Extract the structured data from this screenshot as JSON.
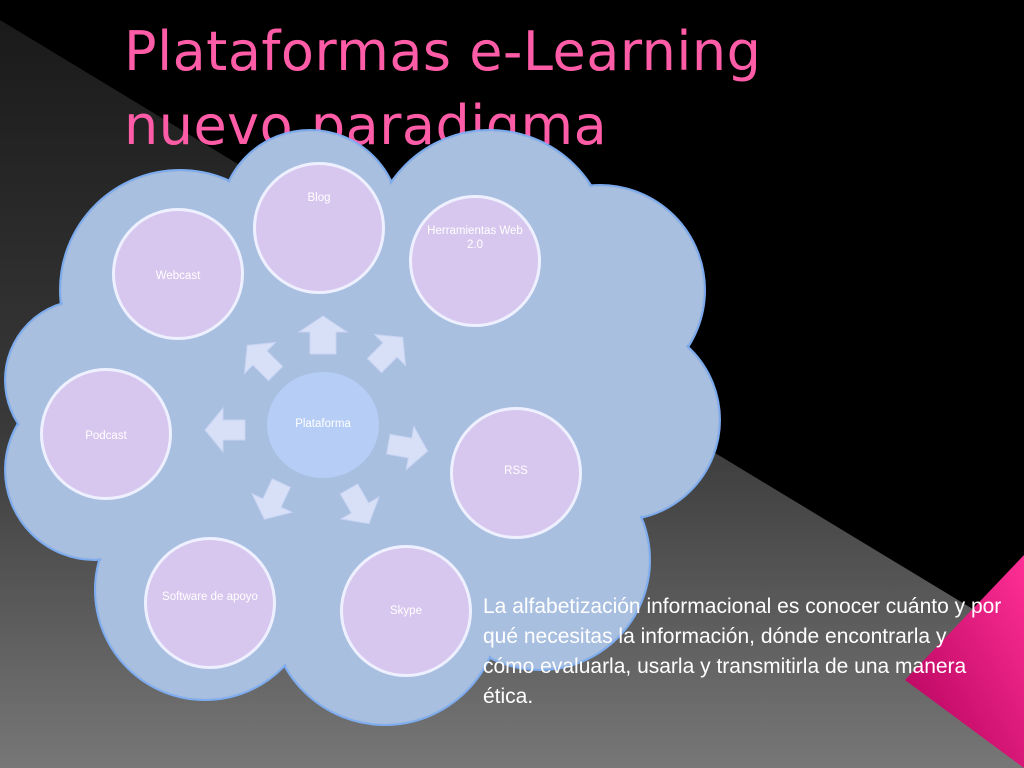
{
  "slide": {
    "title_line1": "Plataformas e-Learning",
    "title_line2": "nuevo paradigma",
    "title_color": "#ff5ca8",
    "accent_color": "#e6127a"
  },
  "diagram": {
    "center": "Plataforma",
    "nodes": [
      {
        "id": "blog",
        "label": "Blog"
      },
      {
        "id": "herramientas",
        "label": "Herramientas Web 2.0"
      },
      {
        "id": "rss",
        "label": "RSS"
      },
      {
        "id": "skype",
        "label": "Skype"
      },
      {
        "id": "software",
        "label": "Software de apoyo"
      },
      {
        "id": "podcast",
        "label": "Podcast"
      },
      {
        "id": "webcast",
        "label": "Webcast"
      }
    ],
    "node_fill": "#d7c7ee",
    "cloud_fill": "#a8bfe0",
    "center_fill": "#b6cdf5"
  },
  "body_text": "La alfabetización informacional es conocer cuánto y por qué necesitas la información, dónde encontrarla y cómo evaluarla, usarla y transmitirla de una manera ética."
}
